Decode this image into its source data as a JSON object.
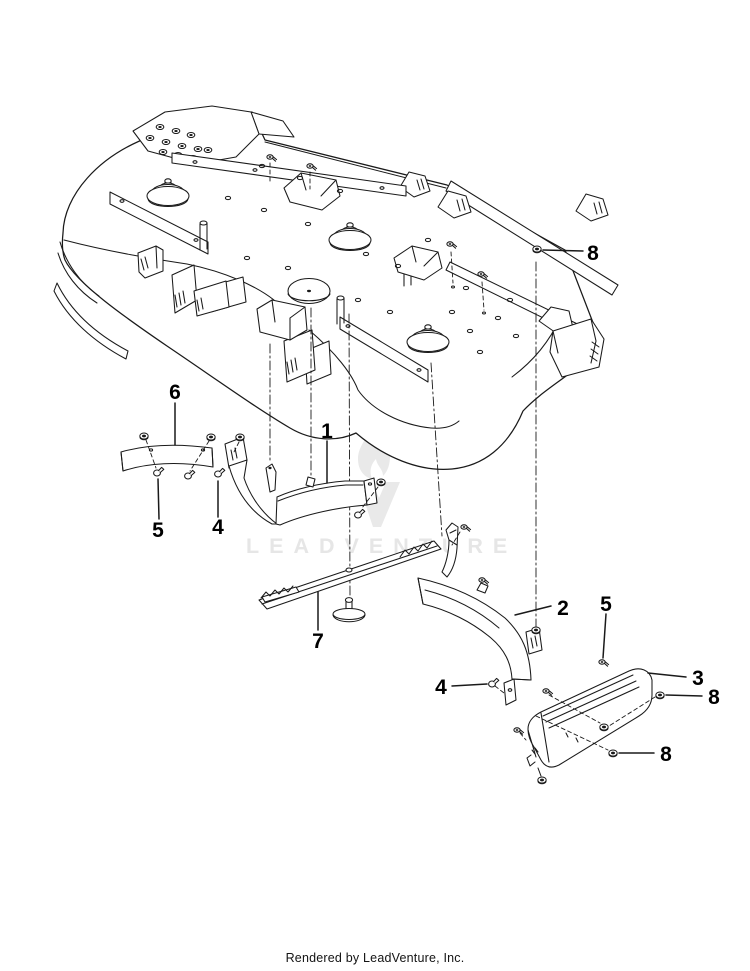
{
  "page": {
    "background_color": "#ffffff",
    "line_color": "#1a1a1a",
    "watermark_text": "LEADVENTURE",
    "watermark_color": "#e6e6e6",
    "footer_text": "Rendered by LeadVenture, Inc."
  },
  "callouts": {
    "deck_nut_top": "8",
    "left_strip": "6",
    "front_baffle": "1",
    "bolt_left": "5",
    "bolt_center": "4",
    "blade": "7",
    "right_baffle": "2",
    "cover_screw": "5",
    "cover": "3",
    "cover_nut_right": "8",
    "bolt_right": "4",
    "cover_nut_bottom": "8"
  }
}
